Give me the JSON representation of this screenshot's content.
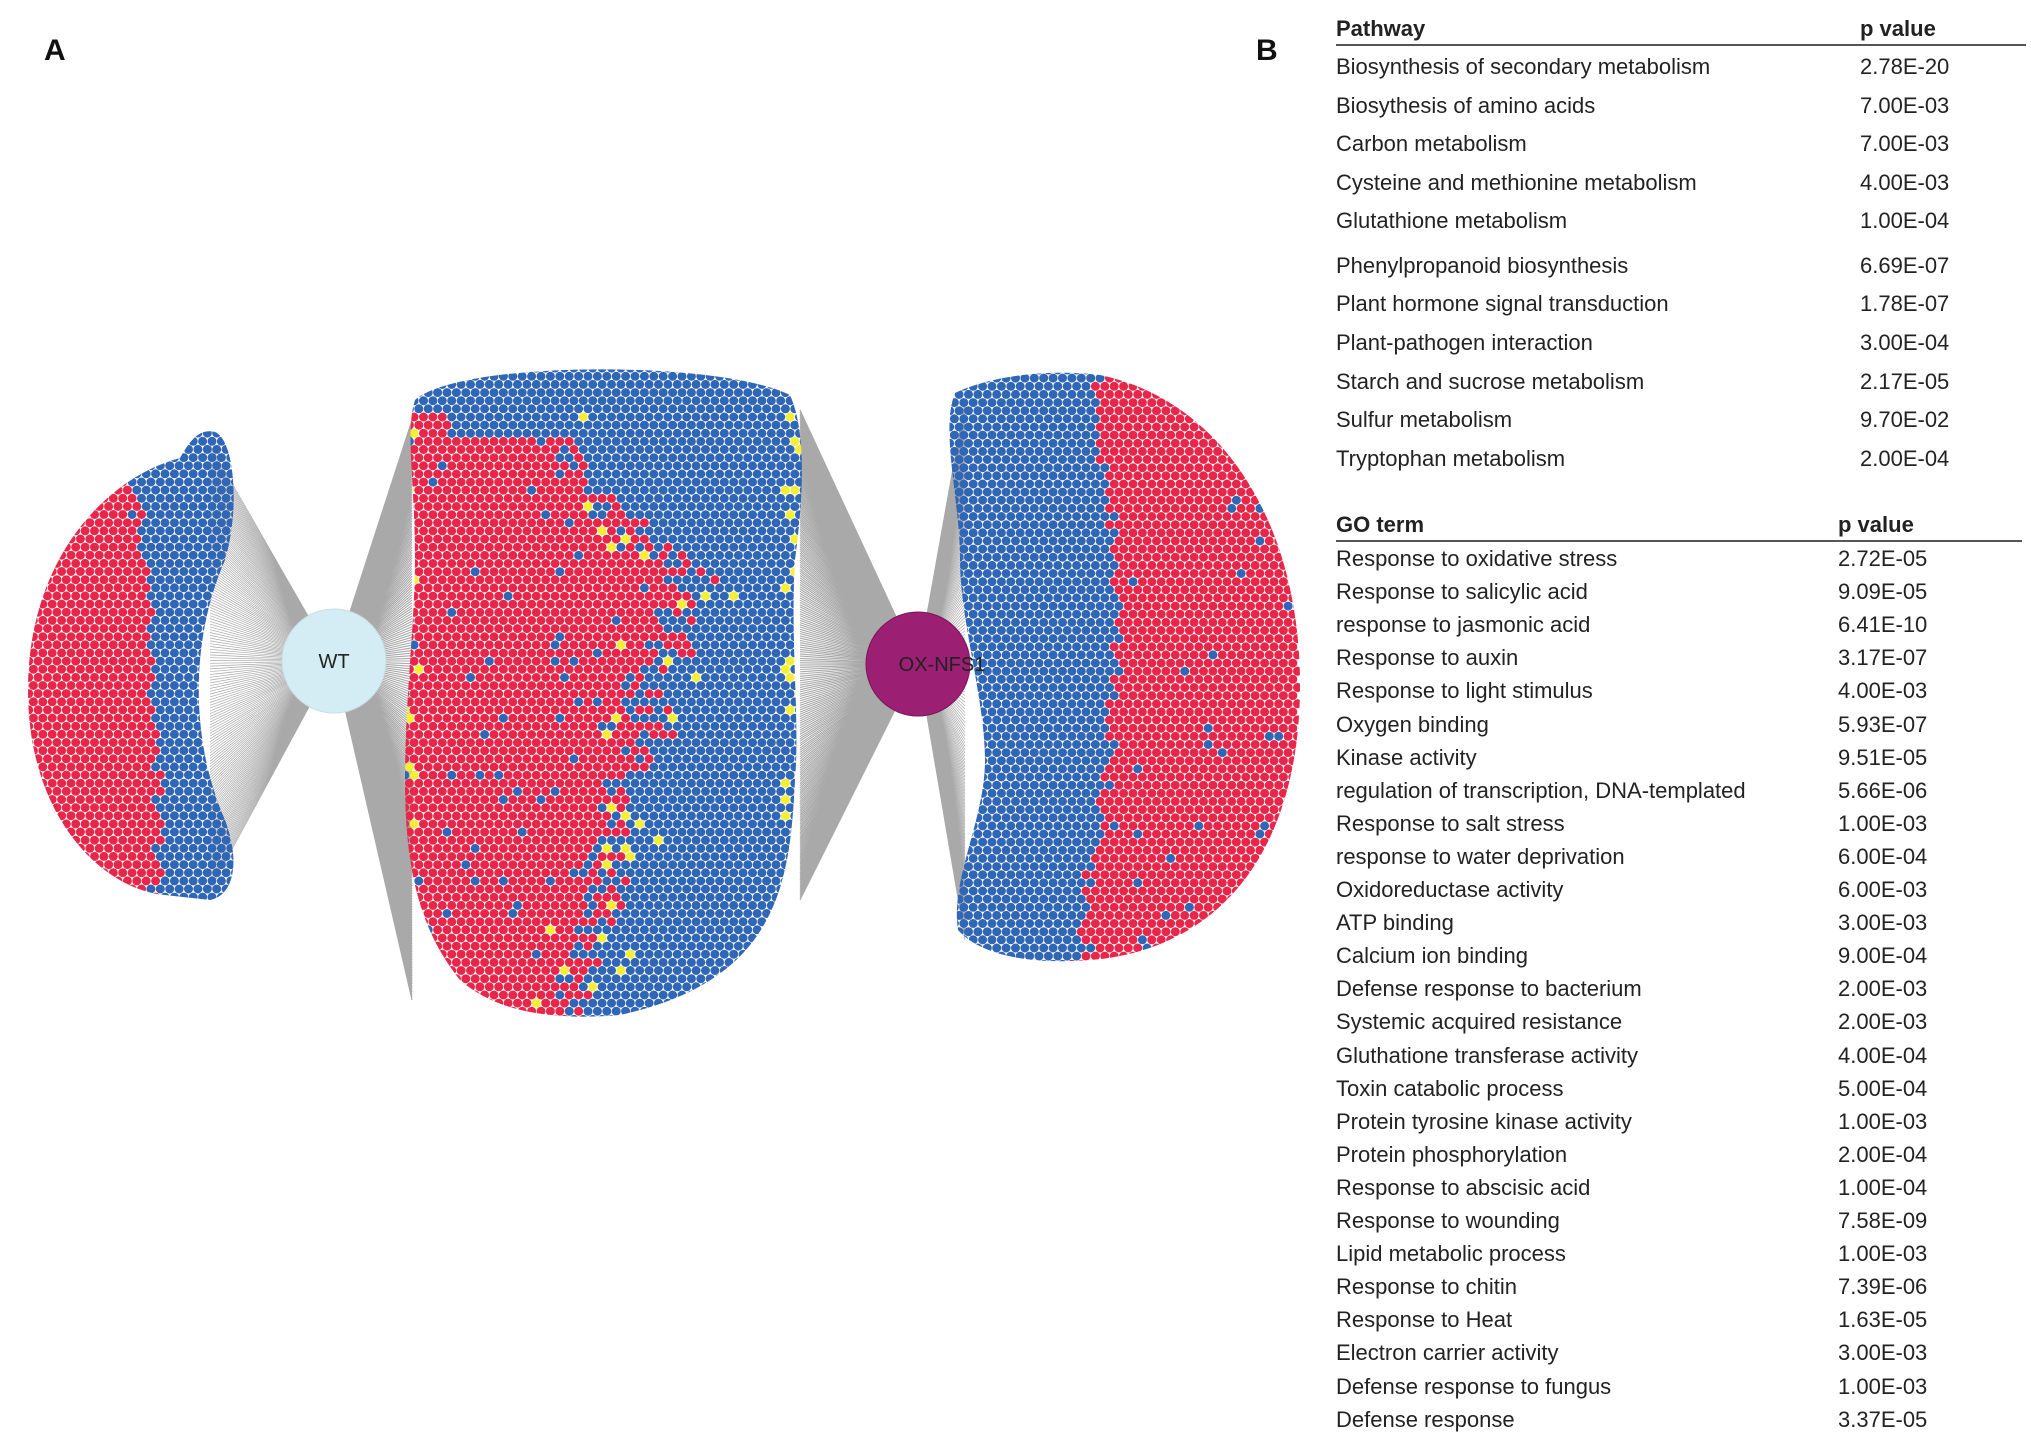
{
  "panels": {
    "a_label": "A",
    "b_label": "B"
  },
  "network": {
    "nodes": {
      "wt": "WT",
      "ox": "OX-NFS1"
    },
    "colors": {
      "red": "#e8264a",
      "blue": "#2f66b5",
      "yellow": "#f4ef34",
      "edge": "#8c8c8c",
      "wt_fill": "#d4edf5",
      "ox_fill": "#9b1f72"
    }
  },
  "pathway_table": {
    "col1_header": "Pathway",
    "col2_header": "p value",
    "rows": [
      {
        "name": "Biosynthesis of secondary metabolism",
        "p": "2.78E-20"
      },
      {
        "name": "Biosythesis of amino acids",
        "p": "7.00E-03"
      },
      {
        "name": "Carbon metabolism",
        "p": "7.00E-03"
      },
      {
        "name": "Cysteine and methionine metabolism",
        "p": "4.00E-03"
      },
      {
        "name": "Glutathione metabolism",
        "p": "1.00E-04"
      },
      {
        "name": "Phenylpropanoid biosynthesis",
        "p": "6.69E-07"
      },
      {
        "name": "Plant hormone signal transduction",
        "p": "1.78E-07"
      },
      {
        "name": "Plant-pathogen interaction",
        "p": "3.00E-04"
      },
      {
        "name": "Starch and sucrose metabolism",
        "p": "2.17E-05"
      },
      {
        "name": "Sulfur metabolism",
        "p": "9.70E-02"
      },
      {
        "name": "Tryptophan metabolism",
        "p": "2.00E-04"
      }
    ]
  },
  "go_table": {
    "col1_header": "GO term",
    "col2_header": "p value",
    "rows": [
      {
        "name": "Response to oxidative stress",
        "p": "2.72E-05"
      },
      {
        "name": "Response to salicylic acid",
        "p": "9.09E-05"
      },
      {
        "name": "response to jasmonic acid",
        "p": "6.41E-10"
      },
      {
        "name": "Response to auxin",
        "p": "3.17E-07"
      },
      {
        "name": "Response to light stimulus",
        "p": "4.00E-03"
      },
      {
        "name": "Oxygen  binding",
        "p": "5.93E-07"
      },
      {
        "name": "Kinase activity",
        "p": "9.51E-05"
      },
      {
        "name": "regulation of transcription, DNA-templated",
        "p": "5.66E-06"
      },
      {
        "name": "Response to salt stress",
        "p": "1.00E-03"
      },
      {
        "name": "response to water deprivation",
        "p": "6.00E-04"
      },
      {
        "name": "Oxidoreductase activity",
        "p": "6.00E-03"
      },
      {
        "name": "ATP  binding",
        "p": "3.00E-03"
      },
      {
        "name": "Calcium ion binding",
        "p": "9.00E-04"
      },
      {
        "name": "Defense response to bacterium",
        "p": "2.00E-03"
      },
      {
        "name": "Systemic acquired resistance",
        "p": "2.00E-03"
      },
      {
        "name": "Gluthatione transferase activity",
        "p": "4.00E-04"
      },
      {
        "name": "Toxin catabolic process",
        "p": "5.00E-04"
      },
      {
        "name": "Protein tyrosine kinase activity",
        "p": "1.00E-03"
      },
      {
        "name": "Protein phosphorylation",
        "p": "2.00E-04"
      },
      {
        "name": "Response to abscisic acid",
        "p": "1.00E-04"
      },
      {
        "name": "Response to wounding",
        "p": "7.58E-09"
      },
      {
        "name": "Lipid metabolic process",
        "p": "1.00E-03"
      },
      {
        "name": "Response to chitin",
        "p": "7.39E-06"
      },
      {
        "name": "Response to Heat",
        "p": "1.63E-05"
      },
      {
        "name": "Electron carrier activity",
        "p": "3.00E-03"
      },
      {
        "name": "Defense response to fungus",
        "p": "1.00E-03"
      },
      {
        "name": "Defense response",
        "p": "3.37E-05"
      }
    ]
  }
}
